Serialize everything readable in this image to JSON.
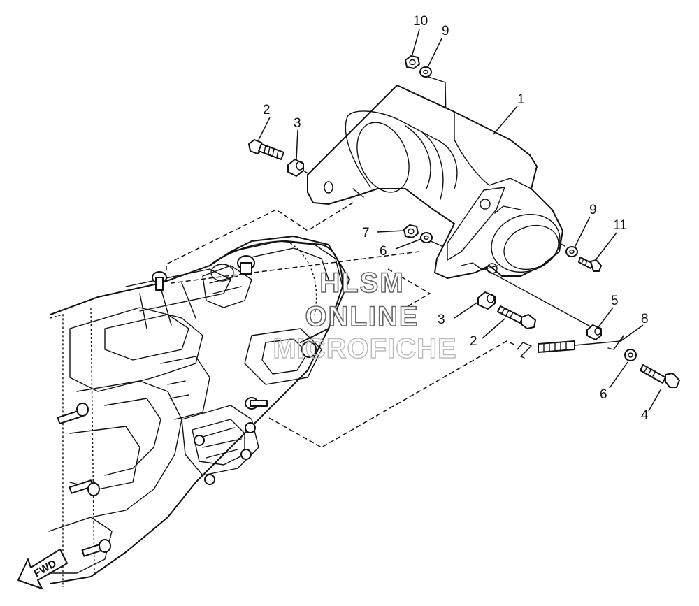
{
  "watermark": {
    "line1": "HLSM",
    "line2": "ONLINE",
    "line3": "MICROFICHE"
  },
  "direction_label": "FWD",
  "callouts": [
    {
      "id": "c10",
      "label": "10"
    },
    {
      "id": "c9a",
      "label": "9"
    },
    {
      "id": "c1",
      "label": "1"
    },
    {
      "id": "c2a",
      "label": "2"
    },
    {
      "id": "c3a",
      "label": "3"
    },
    {
      "id": "c7",
      "label": "7"
    },
    {
      "id": "c6a",
      "label": "6"
    },
    {
      "id": "c9b",
      "label": "9"
    },
    {
      "id": "c11",
      "label": "11"
    },
    {
      "id": "c5",
      "label": "5"
    },
    {
      "id": "c8",
      "label": "8"
    },
    {
      "id": "c3b",
      "label": "3"
    },
    {
      "id": "c2b",
      "label": "2"
    },
    {
      "id": "c6b",
      "label": "6"
    },
    {
      "id": "c4",
      "label": "4"
    }
  ]
}
